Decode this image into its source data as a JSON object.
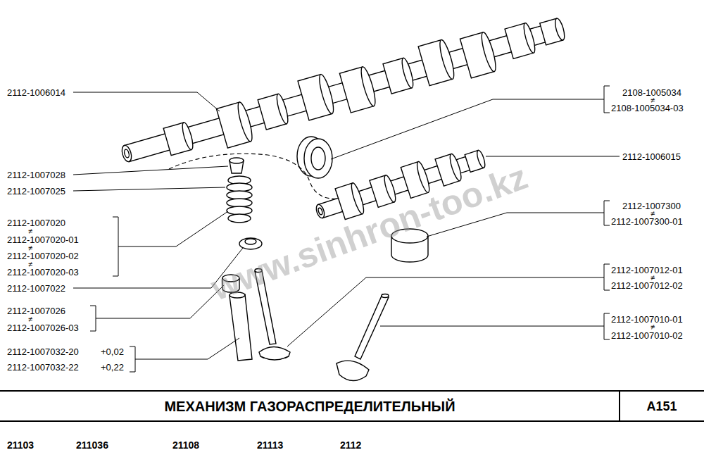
{
  "diagram": {
    "title": "МЕХАНИЗМ ГАЗОРАСПРЕДЕЛИТЕЛЬНЫЙ",
    "labels": [
      "2112-1006014",
      "2112-1007028",
      "2112-1007025",
      "2112-1007020",
      "≠",
      "2112-1007020-01",
      "≠",
      "2112-1007020-02",
      "≠",
      "2112-1007020-03",
      "2112-1007022",
      "2112-1007026",
      "≠",
      "2112-1007026-03",
      "2112-1007032-20",
      "+0,02",
      "2112-1007032-22",
      "+0,22",
      "2108-1005034",
      "≠",
      "2108-1005034-03",
      "2112-1006015",
      "2112-1007300",
      "≠",
      "2112-1007300-01",
      "2112-1007012-01",
      "≠",
      "2112-1007012-02",
      "2112-1007010-01",
      "≠",
      "2112-1007010-02",
      "A151",
      "21103",
      "211036",
      "21108",
      "21113",
      "2112",
      "www.sinhron-too.kz"
    ]
  }
}
